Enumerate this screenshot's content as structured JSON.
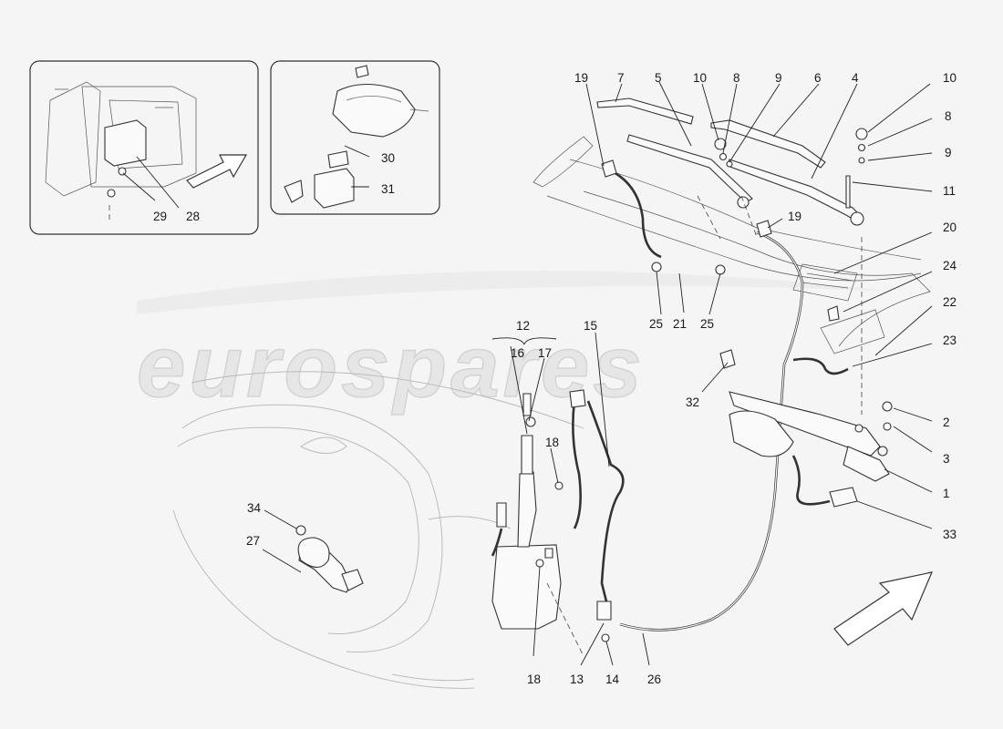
{
  "watermark": "eurospares",
  "callouts": {
    "c1": "1",
    "c2": "2",
    "c3": "3",
    "c4": "4",
    "c5": "5",
    "c6": "6",
    "c7": "7",
    "c8a": "8",
    "c8b": "8",
    "c9a": "9",
    "c9b": "9",
    "c10a": "10",
    "c10b": "10",
    "c11": "11",
    "c12": "12",
    "c13": "13",
    "c14": "14",
    "c15": "15",
    "c16": "16",
    "c17": "17",
    "c18a": "18",
    "c18b": "18",
    "c19a": "19",
    "c19b": "19",
    "c20": "20",
    "c21": "21",
    "c22": "22",
    "c23": "23",
    "c24": "24",
    "c25a": "25",
    "c25b": "25",
    "c26": "26",
    "c27": "27",
    "c28": "28",
    "c29": "29",
    "c30": "30",
    "c31": "31",
    "c32": "32",
    "c33": "33",
    "c34": "34"
  }
}
